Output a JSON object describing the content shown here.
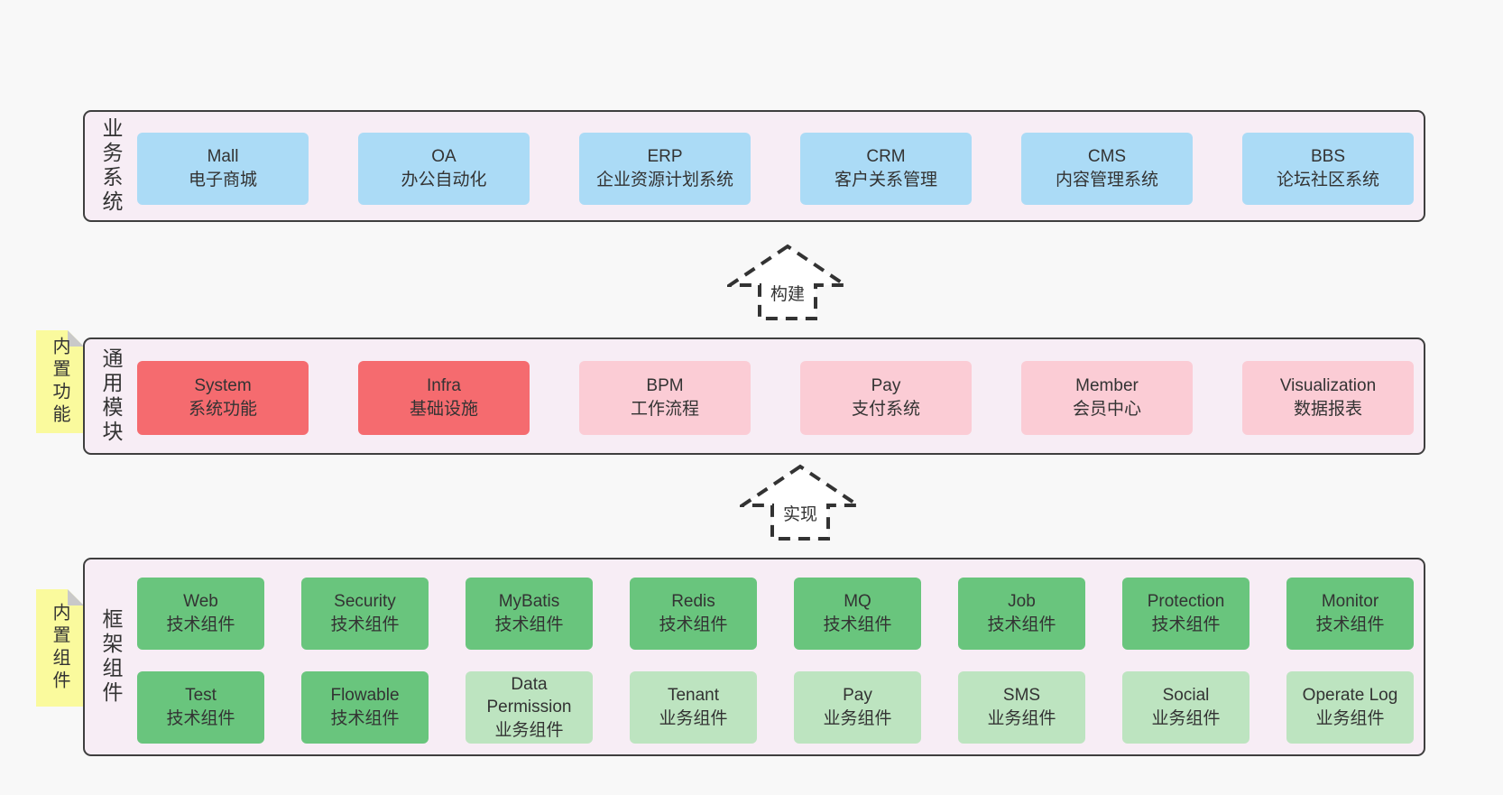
{
  "colors": {
    "page_bg": "#f8f8f8",
    "panel_bg": "#f7edf5",
    "panel_border": "#3f3f3f",
    "blue": "#abdbf6",
    "red": "#f56b6f",
    "pink": "#fbccd5",
    "green_dark": "#69c57d",
    "green_light": "#bde4c0",
    "note_yellow": "#fafa9d",
    "note_fold_gray": "#c9c9c9",
    "text": "#333333"
  },
  "sections": {
    "business": {
      "label": "业务系统",
      "items": [
        {
          "name": "Mall",
          "desc": "电子商城",
          "variant": "blue"
        },
        {
          "name": "OA",
          "desc": "办公自动化",
          "variant": "blue"
        },
        {
          "name": "ERP",
          "desc": "企业资源计划系统",
          "variant": "blue"
        },
        {
          "name": "CRM",
          "desc": "客户关系管理",
          "variant": "blue"
        },
        {
          "name": "CMS",
          "desc": "内容管理系统",
          "variant": "blue"
        },
        {
          "name": "BBS",
          "desc": "论坛社区系统",
          "variant": "blue"
        }
      ]
    },
    "modules": {
      "label": "通用模块",
      "note": "内置功能",
      "items": [
        {
          "name": "System",
          "desc": "系统功能",
          "variant": "red"
        },
        {
          "name": "Infra",
          "desc": "基础设施",
          "variant": "red"
        },
        {
          "name": "BPM",
          "desc": "工作流程",
          "variant": "pink"
        },
        {
          "name": "Pay",
          "desc": "支付系统",
          "variant": "pink"
        },
        {
          "name": "Member",
          "desc": "会员中心",
          "variant": "pink"
        },
        {
          "name": "Visualization",
          "desc": "数据报表",
          "variant": "pink"
        }
      ]
    },
    "components": {
      "label": "框架组件",
      "note": "内置组件",
      "row1": [
        {
          "name": "Web",
          "desc": "技术组件",
          "variant": "green"
        },
        {
          "name": "Security",
          "desc": "技术组件",
          "variant": "green"
        },
        {
          "name": "MyBatis",
          "desc": "技术组件",
          "variant": "green"
        },
        {
          "name": "Redis",
          "desc": "技术组件",
          "variant": "green"
        },
        {
          "name": "MQ",
          "desc": "技术组件",
          "variant": "green"
        },
        {
          "name": "Job",
          "desc": "技术组件",
          "variant": "green"
        },
        {
          "name": "Protection",
          "desc": "技术组件",
          "variant": "green"
        },
        {
          "name": "Monitor",
          "desc": "技术组件",
          "variant": "green"
        }
      ],
      "row2": [
        {
          "name": "Test",
          "desc": "技术组件",
          "variant": "green"
        },
        {
          "name": "Flowable",
          "desc": "技术组件",
          "variant": "green"
        },
        {
          "name": "Data Permission",
          "desc": "业务组件",
          "variant": "lgreen"
        },
        {
          "name": "Tenant",
          "desc": "业务组件",
          "variant": "lgreen"
        },
        {
          "name": "Pay",
          "desc": "业务组件",
          "variant": "lgreen"
        },
        {
          "name": "SMS",
          "desc": "业务组件",
          "variant": "lgreen"
        },
        {
          "name": "Social",
          "desc": "业务组件",
          "variant": "lgreen"
        },
        {
          "name": "Operate Log",
          "desc": "业务组件",
          "variant": "lgreen"
        }
      ]
    }
  },
  "arrows": [
    {
      "label": "构建"
    },
    {
      "label": "实现"
    }
  ]
}
